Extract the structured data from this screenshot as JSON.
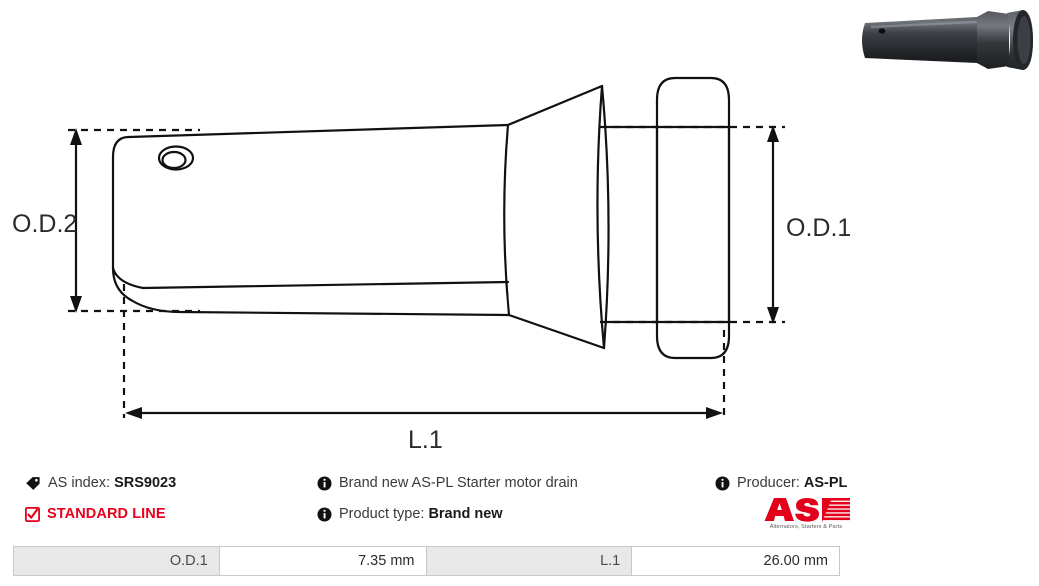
{
  "product_photo": {
    "alt": "starter-motor-drain-photo"
  },
  "drawing": {
    "labels": {
      "od2": "O.D.2",
      "od1": "O.D.1",
      "l1": "L.1"
    }
  },
  "info": {
    "as_index_label": "AS index:",
    "as_index_value": "SRS9023",
    "line_badge": "STANDARD LINE",
    "description": "Brand new AS-PL Starter motor drain",
    "product_type_label": "Product type:",
    "product_type_value": "Brand new",
    "producer_label": "Producer:",
    "producer_value": "AS-PL",
    "icons": {
      "tag": "tag-icon",
      "check": "checkbox-checked-icon",
      "info": "info-icon"
    }
  },
  "logo": {
    "mark": "AS",
    "tagline": "Alternators, Starters & Parts",
    "color": "#e2001a"
  },
  "specs": {
    "rows": [
      {
        "key": "O.D.1",
        "value": "7.35 mm"
      },
      {
        "key": "L.1",
        "value": "26.00 mm"
      }
    ]
  },
  "colors": {
    "accent_red": "#e8001c",
    "line": "#111111",
    "table_header_bg": "#e8e8e8",
    "table_border": "#c9c9c9"
  }
}
